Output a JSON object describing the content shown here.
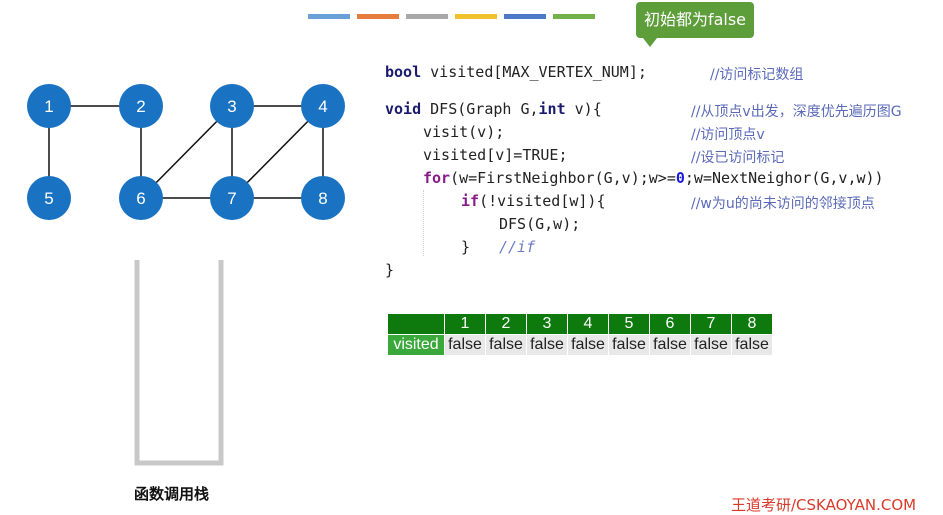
{
  "color_bar": {
    "segments": [
      {
        "name": "blue",
        "color": "#6aa0d8"
      },
      {
        "name": "orange",
        "color": "#e67d3c"
      },
      {
        "name": "gray",
        "color": "#a8a8a8"
      },
      {
        "name": "yellow",
        "color": "#f2c12e"
      },
      {
        "name": "dark-blue",
        "color": "#4d79c7"
      },
      {
        "name": "green",
        "color": "#74b04a"
      }
    ]
  },
  "callout": {
    "text": "初始都为false",
    "color": "#5d9d3a"
  },
  "graph": {
    "node_color": "#1a73c2",
    "nodes": [
      "1",
      "2",
      "3",
      "4",
      "5",
      "6",
      "7",
      "8"
    ],
    "edges": [
      [
        "1",
        "2"
      ],
      [
        "1",
        "5"
      ],
      [
        "2",
        "6"
      ],
      [
        "3",
        "6"
      ],
      [
        "3",
        "7"
      ],
      [
        "3",
        "4"
      ],
      [
        "4",
        "7"
      ],
      [
        "4",
        "8"
      ],
      [
        "6",
        "7"
      ],
      [
        "7",
        "8"
      ]
    ]
  },
  "code": {
    "line1": {
      "kw": "bool",
      "rest": " visited[MAX_VERTEX_NUM];",
      "comment": "//访问标记数组"
    },
    "line2": {
      "kw": "void",
      "rest": " DFS(Graph G,",
      "kw2": "int",
      "rest2": " v){",
      "comment": "//从顶点v出发，深度优先遍历图G"
    },
    "line3": {
      "text": "visit(v);",
      "comment": "//访问顶点v"
    },
    "line4": {
      "text": "visited[v]=TRUE;",
      "comment": "//设已访问标记"
    },
    "line5": {
      "kw": "for",
      "p1": "(w=FirstNeighbor(G,v);w>=",
      "num": "0",
      "p2": ";w=NextNeighor(G,v,w))"
    },
    "line6": {
      "kw": "if",
      "rest": "(!visited[w]){",
      "comment": "//w为u的尚未访问的邻接顶点"
    },
    "line7": {
      "text": "DFS(G,w);"
    },
    "line8": {
      "text": "}",
      "comment": "//if"
    },
    "line9": {
      "text": "}"
    }
  },
  "visited_table": {
    "row_label": "visited",
    "headers": [
      "1",
      "2",
      "3",
      "4",
      "5",
      "6",
      "7",
      "8"
    ],
    "values": [
      "false",
      "false",
      "false",
      "false",
      "false",
      "false",
      "false",
      "false"
    ]
  },
  "stack": {
    "title": "函数调用栈"
  },
  "watermark": "王道考研/CSKAOYAN.COM"
}
